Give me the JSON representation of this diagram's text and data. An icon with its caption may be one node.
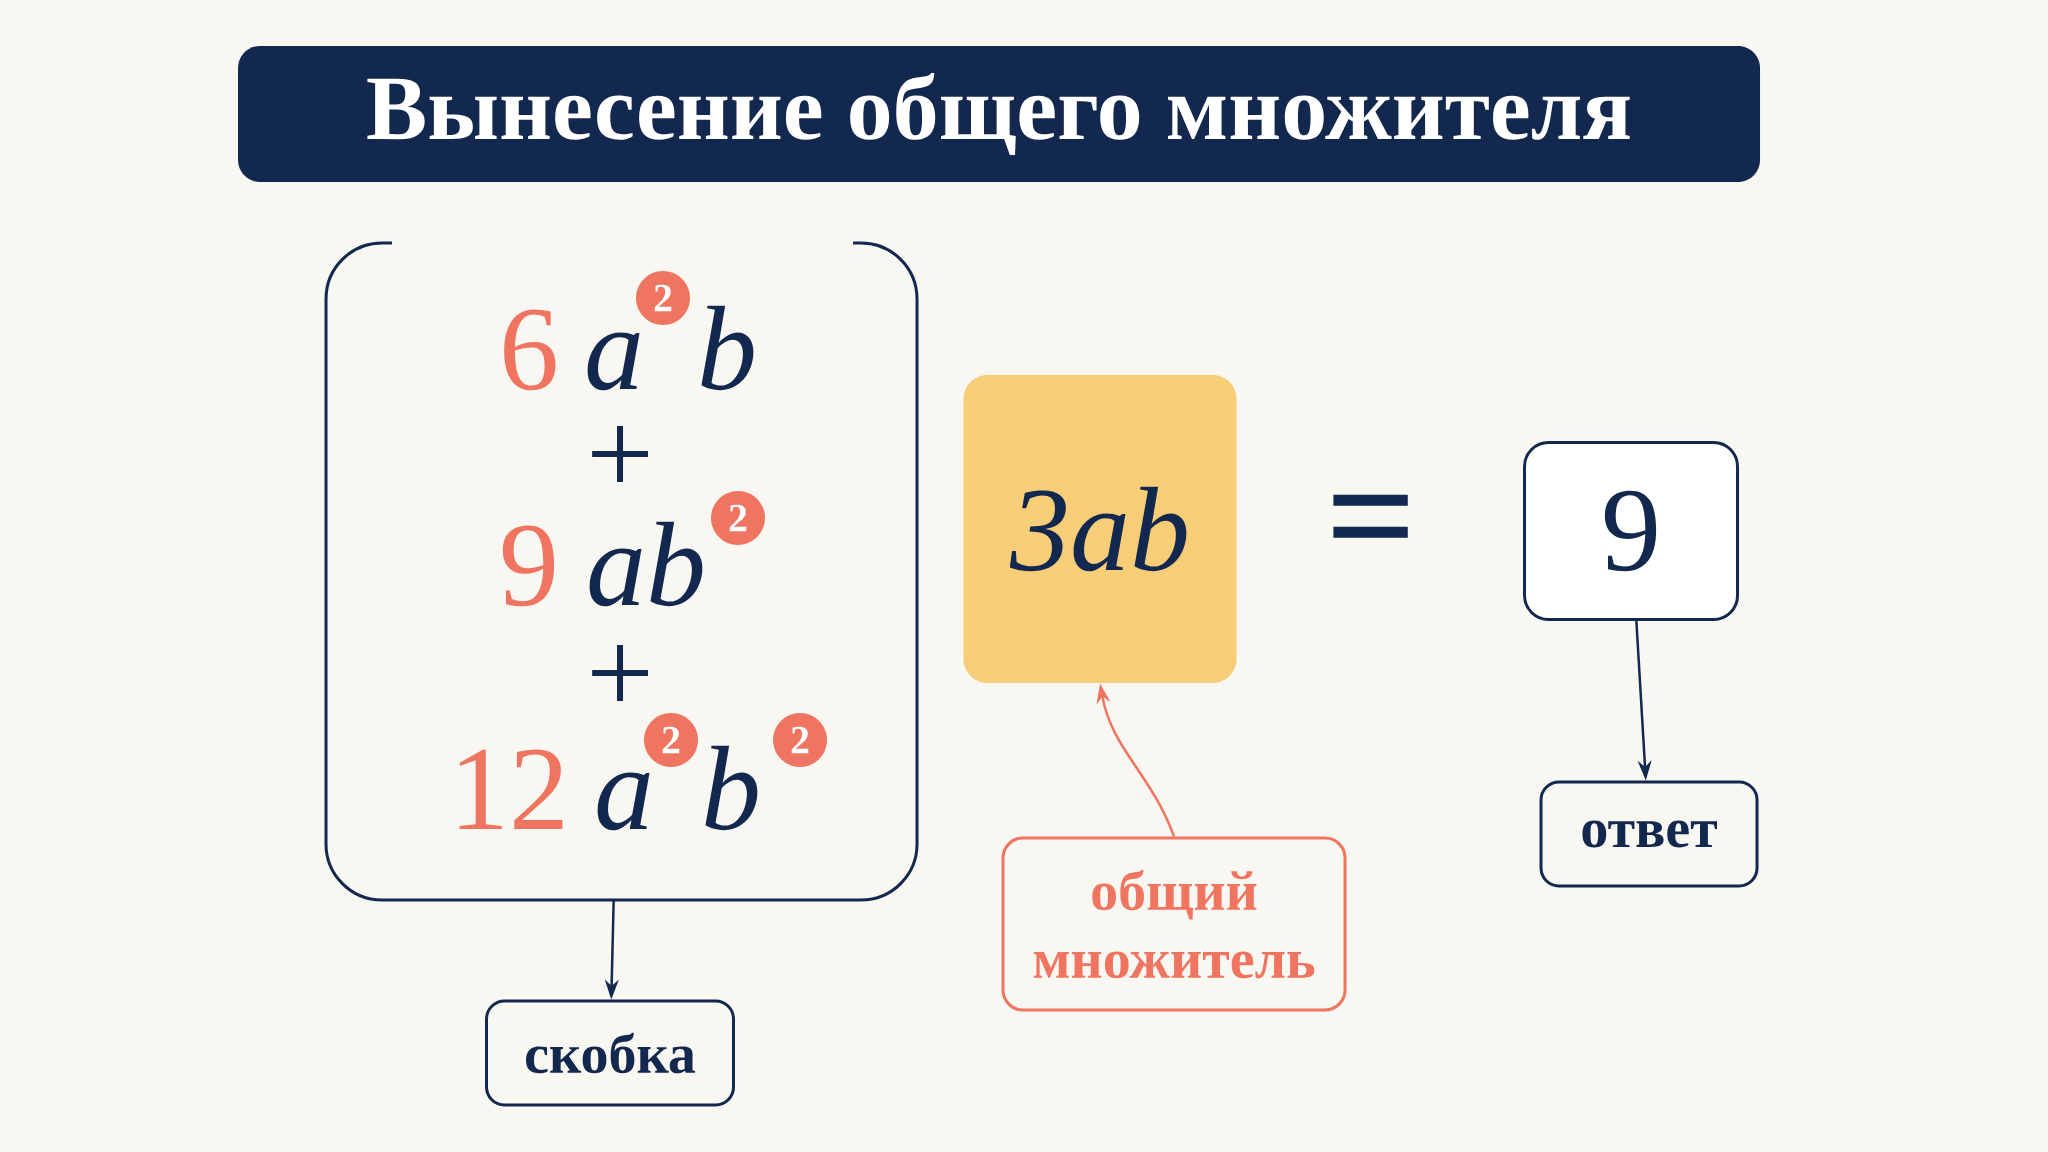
{
  "diagram": {
    "title": "Вынесение общего множителя",
    "nodes": [
      {
        "text": [
          "6",
          "a",
          "b",
          "+",
          "9",
          "ab",
          "+",
          "12",
          "a",
          "b"
        ]
      },
      {
        "text": [
          "2"
        ],
        "in": 0
      },
      {
        "text": [
          "2"
        ],
        "in": 0
      },
      {
        "text": [
          "2"
        ],
        "in": 0
      },
      {
        "text": [
          "2"
        ],
        "in": 0
      },
      {
        "text": [
          "3ab"
        ]
      },
      {
        "text": [
          "9"
        ]
      },
      {
        "text": [
          "скобка"
        ]
      },
      {
        "text": [
          "общий множитель"
        ]
      },
      {
        "text": [
          "ответ"
        ]
      }
    ],
    "edges": [
      {
        "from": 0,
        "to": 7,
        "arrow": "to"
      },
      {
        "from": 8,
        "to": 5,
        "arrow": "to",
        "color": "#f07560"
      },
      {
        "from": 6,
        "to": 9,
        "arrow": "to"
      }
    ],
    "labels": [
      "="
    ]
  }
}
